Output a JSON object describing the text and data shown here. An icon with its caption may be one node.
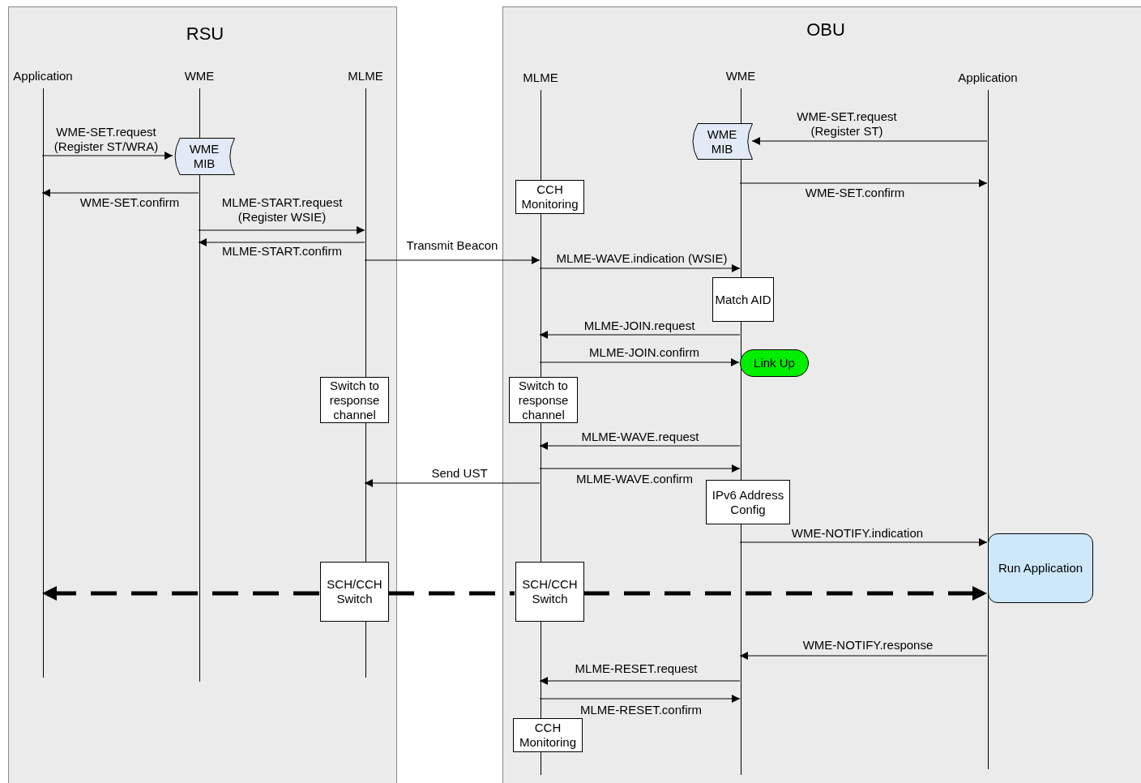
{
  "diagram": {
    "nodes": [
      {
        "text": [
          "RSU"
        ]
      },
      {
        "text": [
          "Application"
        ],
        "in": 0
      },
      {
        "text": [
          "WME"
        ],
        "in": 0
      },
      {
        "text": [
          "MLME"
        ],
        "in": 0
      },
      {
        "text": [
          "WME MIB"
        ],
        "in": 0
      },
      {
        "text": [
          "Switch to response channel"
        ],
        "in": 0
      },
      {
        "text": [
          "SCH/CCH Switch"
        ],
        "in": 0
      },
      {
        "text": [
          "OBU"
        ]
      },
      {
        "text": [
          "MLME"
        ],
        "in": 7
      },
      {
        "text": [
          "WME"
        ],
        "in": 7
      },
      {
        "text": [
          "Application"
        ],
        "in": 7
      },
      {
        "text": [
          "WME MIB"
        ],
        "in": 7
      },
      {
        "text": [
          "CCH Monitoring"
        ],
        "in": 7
      },
      {
        "text": [
          "Match AID"
        ],
        "in": 7
      },
      {
        "text": [
          "Link Up"
        ],
        "in": 7
      },
      {
        "text": [
          "Switch to response channel"
        ],
        "in": 7
      },
      {
        "text": [
          "IPv6 Address Config"
        ],
        "in": 7
      },
      {
        "text": [
          "Run Application"
        ],
        "in": 7
      },
      {
        "text": [
          "SCH/CCH Switch"
        ],
        "in": 7
      },
      {
        "text": [
          "CCH Monitoring"
        ],
        "in": 7
      }
    ],
    "edges": [
      {
        "from": 1,
        "to": 4,
        "arrow": "to",
        "label": "WME-SET.request (Register ST/WRA)"
      },
      {
        "from": 2,
        "to": 1,
        "arrow": "to",
        "label": "WME-SET.confirm"
      },
      {
        "from": 2,
        "to": 3,
        "arrow": "to",
        "label": "MLME-START.request (Register WSIE)"
      },
      {
        "from": 3,
        "to": 2,
        "arrow": "to",
        "label": "MLME-START.confirm"
      },
      {
        "from": 3,
        "to": 8,
        "arrow": "to",
        "label": "Transmit Beacon"
      },
      {
        "from": 10,
        "to": 11,
        "arrow": "to",
        "label": "WME-SET.request (Register ST)"
      },
      {
        "from": 9,
        "to": 10,
        "arrow": "to",
        "label": "WME-SET.confirm"
      },
      {
        "from": 8,
        "to": 9,
        "arrow": "to",
        "label": "MLME-WAVE.indication (WSIE)"
      },
      {
        "from": 9,
        "to": 8,
        "arrow": "to",
        "label": "MLME-JOIN.request"
      },
      {
        "from": 8,
        "to": 14,
        "arrow": "to",
        "label": "MLME-JOIN.confirm"
      },
      {
        "from": 9,
        "to": 8,
        "arrow": "to",
        "label": "MLME-WAVE.request"
      },
      {
        "from": 8,
        "to": 9,
        "arrow": "to",
        "label": "MLME-WAVE.confirm"
      },
      {
        "from": 8,
        "to": 3,
        "arrow": "to",
        "label": "Send UST"
      },
      {
        "from": 9,
        "to": 17,
        "arrow": "to",
        "label": "WME-NOTIFY.indication"
      },
      {
        "from": 6,
        "to": 1,
        "arrow": "to",
        "style": "dashed"
      },
      {
        "from": 6,
        "to": 18,
        "arrow": "none",
        "style": "dashed"
      },
      {
        "from": 18,
        "to": 17,
        "arrow": "to",
        "style": "dashed"
      },
      {
        "from": 10,
        "to": 9,
        "arrow": "to",
        "label": "WME-NOTIFY.response"
      },
      {
        "from": 9,
        "to": 8,
        "arrow": "to",
        "label": "MLME-RESET.request"
      },
      {
        "from": 8,
        "to": 9,
        "arrow": "to",
        "label": "MLME-RESET.confirm"
      }
    ]
  }
}
